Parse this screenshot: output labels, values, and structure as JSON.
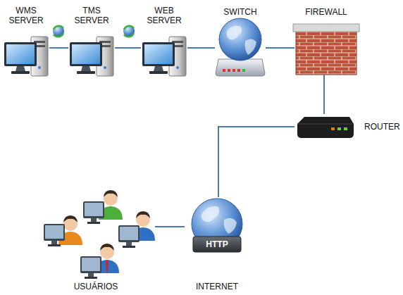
{
  "diagram": {
    "nodes": [
      {
        "text": [
          "WMS SERVER"
        ]
      },
      {
        "text": [
          "TMS SERVER"
        ]
      },
      {
        "text": [
          "WEB SERVER"
        ]
      },
      {
        "text": [
          "SWITCH"
        ]
      },
      {
        "text": [
          "FIREWALL"
        ]
      },
      {
        "text": [
          "ROUTER"
        ]
      },
      {
        "text": [
          "USUÁRIOS"
        ]
      },
      {
        "text": [
          "HTTP",
          "INTERNET"
        ]
      }
    ],
    "edges": [
      {
        "from": 0,
        "to": 1,
        "arrow": "none"
      },
      {
        "from": 1,
        "to": 2,
        "arrow": "none"
      },
      {
        "from": 2,
        "to": 3,
        "arrow": "none"
      },
      {
        "from": 3,
        "to": 4,
        "arrow": "none"
      },
      {
        "from": 4,
        "to": 5,
        "arrow": "none"
      },
      {
        "from": 5,
        "to": 7,
        "arrow": "none"
      },
      {
        "from": 7,
        "to": 6,
        "arrow": "none"
      }
    ]
  }
}
